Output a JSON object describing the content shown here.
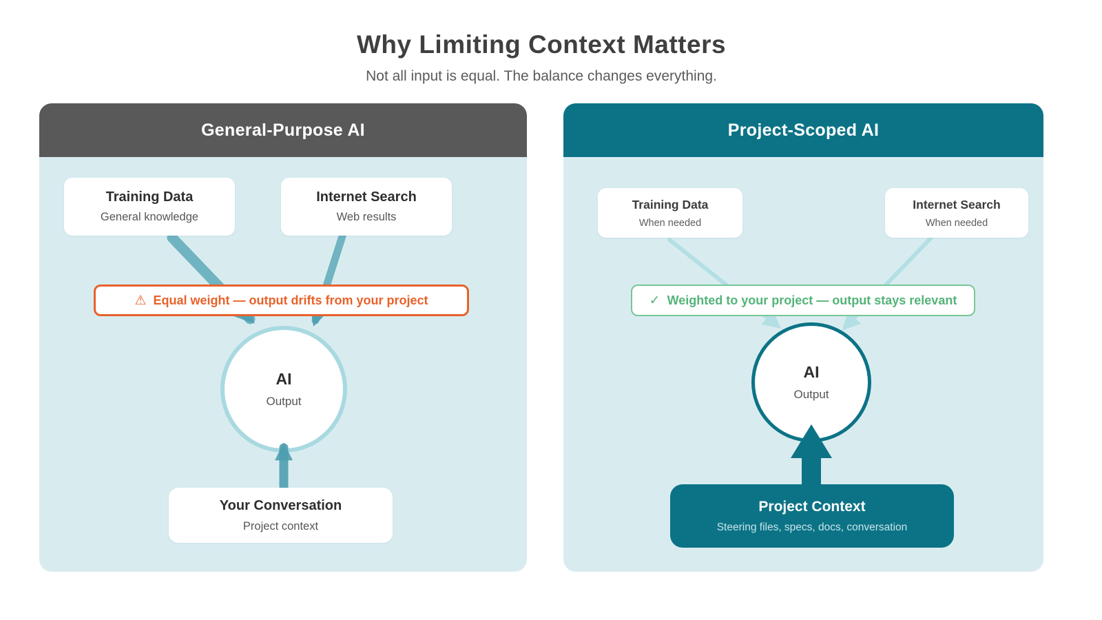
{
  "page": {
    "title": "Why Limiting Context Matters",
    "subtitle": "Not all input is equal. The balance changes everything."
  },
  "colors": {
    "panel_bg": "#d8ecf0",
    "header_gray": "#595959",
    "teal": "#0c7386",
    "teal_mid": "#5ea9b8",
    "teal_pale": "#b3dfe4",
    "circle_ring": "#a8d9e0",
    "orange": "#e8622a",
    "green": "#53b478",
    "green_border": "#79c697",
    "text_dark": "#3f3f3f",
    "text_mid": "#5a5a5a"
  },
  "left": {
    "header": "General-Purpose AI",
    "sources": [
      {
        "title": "Training Data",
        "subtitle": "General knowledge"
      },
      {
        "title": "Internet Search",
        "subtitle": "Web results"
      }
    ],
    "banner": {
      "icon": "⚠",
      "text": "Equal weight — output drifts from your project"
    },
    "core": {
      "title": "AI",
      "subtitle": "Output"
    },
    "input": {
      "title": "Your Conversation",
      "subtitle": "Project context"
    }
  },
  "right": {
    "header": "Project-Scoped AI",
    "sources": [
      {
        "title": "Training Data",
        "subtitle": "When needed"
      },
      {
        "title": "Internet Search",
        "subtitle": "When needed"
      }
    ],
    "banner": {
      "icon": "✓",
      "text": "Weighted to your project — output stays relevant"
    },
    "core": {
      "title": "AI",
      "subtitle": "Output"
    },
    "input": {
      "title": "Project Context",
      "subtitle": "Steering files, specs, docs, conversation"
    }
  }
}
